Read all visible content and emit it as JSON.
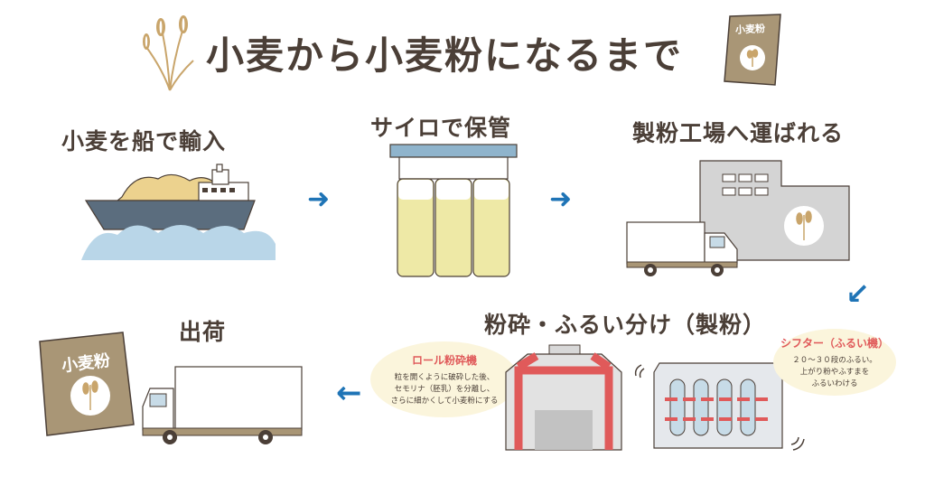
{
  "title": "小麦から小麦粉になるまで",
  "steps": [
    {
      "label": "小麦を船で輸入"
    },
    {
      "label": "サイロで保管"
    },
    {
      "label": "製粉工場へ運ばれる"
    },
    {
      "label": "粉砕・ふるい分け（製粉）"
    },
    {
      "label": "出荷"
    }
  ],
  "bag_label": "小麦粉",
  "roll_mill": {
    "title": "ロール粉砕機",
    "lines": [
      "粒を開くように破砕した後、",
      "セモリナ（胚乳）を分離し、",
      "さらに細かくして小麦粉にする"
    ]
  },
  "sifter": {
    "title": "シフター（ふるい機）",
    "lines": [
      "２０～３０段のふるい。",
      "上がり粉やふすまを",
      "ふるいわける"
    ]
  },
  "arrows": {
    "right": "➜",
    "down_left": "↙",
    "left": "←"
  },
  "colors": {
    "text": "#4b3f37",
    "arrow": "#1f74b6",
    "accent_red": "#e05a5a",
    "wheat": "#c9a56b",
    "bubble": "#fbf5dc",
    "ship_hull": "#5b6d7e",
    "wave": "#b9d6e8",
    "silo_fill": "#eee9a6",
    "factory": "#d4d4d4"
  }
}
